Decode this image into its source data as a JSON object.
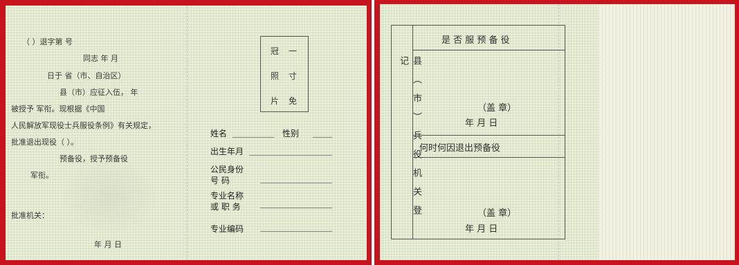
{
  "left_page": {
    "lines": [
      "（  ）退字第            号",
      "同志          年     月",
      "日于            省（市、自治区）",
      "县（市）应征入伍，          年",
      "被授予                  军衔。现根据《中国",
      "人民解放军现役士兵服役条例》有关规定，",
      "批准退出现役（           ）。",
      "预备役，授予预备役",
      "军衔。",
      "批准机关：",
      "年    月    日"
    ],
    "photo": [
      "一",
      "寸",
      "免",
      "冠",
      "照",
      "片"
    ],
    "fields": {
      "name": "姓名",
      "gender": "性别",
      "birth": "出生年月",
      "id_line1": "公民身份",
      "id_line2": "号        码",
      "spec_line1": "专业名称",
      "spec_line2": "或 职 务",
      "spec_code": "专业编码"
    }
  },
  "right_page": {
    "side_title": "县（市）兵役机关登记",
    "section1_title": "是 否 服 预 备 役",
    "stamp1": "（盖  章）",
    "date1": "年     月     日",
    "section2_title": "何时何因退出预备役",
    "stamp2": "（盖  章）",
    "date2": "年     月     日"
  }
}
